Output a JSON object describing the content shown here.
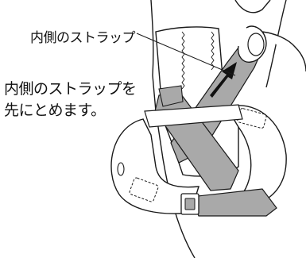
{
  "callout": {
    "label": "内側のストラップ"
  },
  "instruction": {
    "line1": "内側のストラップを",
    "line2": "先にとめます。"
  },
  "colors": {
    "outline": "#1a1a1a",
    "strap_gray": "#a9a9a9",
    "sock_white": "#ffffff",
    "arrow": "#111111"
  }
}
